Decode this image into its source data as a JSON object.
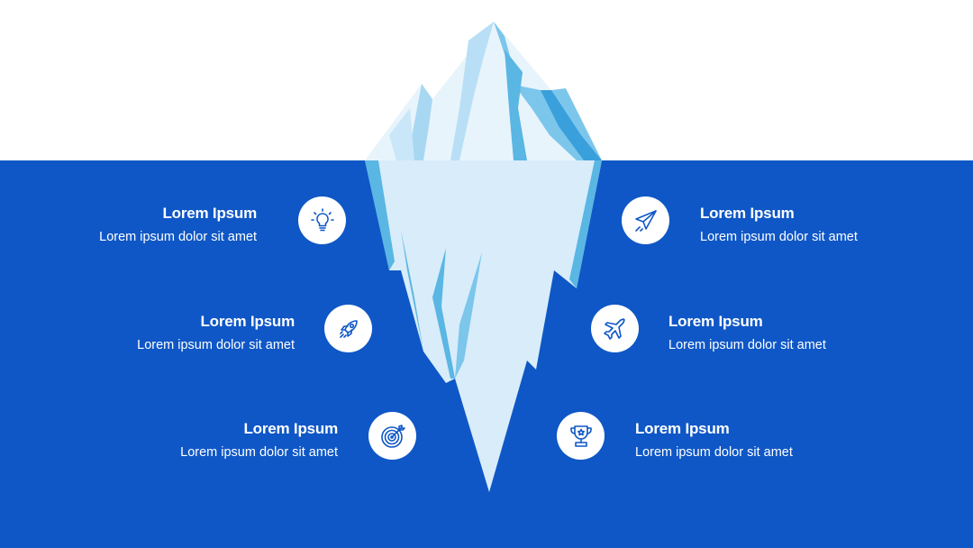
{
  "colors": {
    "sea": "#0f57c6",
    "sky": "#ffffff",
    "ice_light": "#d8ecfa",
    "ice_mid": "#a8d7f2",
    "ice_dark": "#5ab6e3",
    "icon_stroke": "#0f57c6"
  },
  "items": [
    {
      "title": "Lorem Ipsum",
      "desc": "Lorem ipsum dolor sit amet",
      "icon": "lightbulb-icon",
      "side": "left"
    },
    {
      "title": "Lorem Ipsum",
      "desc": "Lorem ipsum dolor sit amet",
      "icon": "rocket-icon",
      "side": "left"
    },
    {
      "title": "Lorem Ipsum",
      "desc": "Lorem ipsum dolor sit amet",
      "icon": "target-icon",
      "side": "left"
    },
    {
      "title": "Lorem Ipsum",
      "desc": "Lorem ipsum dolor sit amet",
      "icon": "paper-plane-icon",
      "side": "right"
    },
    {
      "title": "Lorem Ipsum",
      "desc": "Lorem ipsum dolor sit amet",
      "icon": "airplane-icon",
      "side": "right"
    },
    {
      "title": "Lorem Ipsum",
      "desc": "Lorem ipsum dolor sit amet",
      "icon": "trophy-icon",
      "side": "right"
    }
  ]
}
